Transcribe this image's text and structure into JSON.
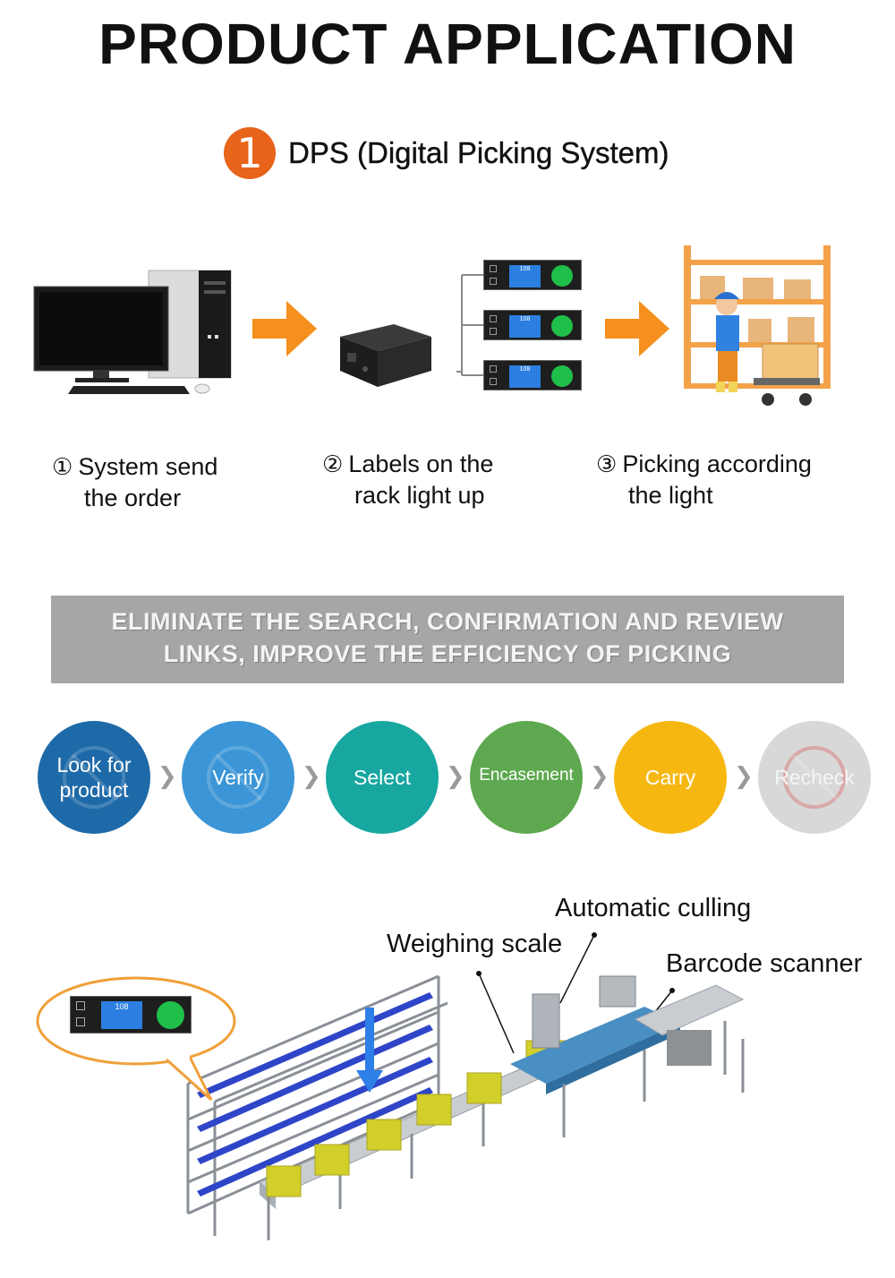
{
  "title": "PRODUCT APPLICATION",
  "section": {
    "number": "1",
    "title": "DPS (Digital Picking System)"
  },
  "label_device": {
    "value": "108"
  },
  "steps": [
    {
      "marker": "①",
      "line1": "System send",
      "line2": "the order"
    },
    {
      "marker": "②",
      "line1": "Labels on the",
      "line2": "rack light up"
    },
    {
      "marker": "③",
      "line1": "Picking according",
      "line2": "the light"
    }
  ],
  "banner": {
    "line1": "ELIMINATE THE SEARCH, CONFIRMATION AND REVIEW",
    "line2": "LINKS, IMPROVE THE EFFICIENCY OF PICKING"
  },
  "process": [
    {
      "label": "Look for product",
      "color": "#1e6aa8"
    },
    {
      "label": "Verify",
      "color": "#3b95d6"
    },
    {
      "label": "Select",
      "color": "#17a7a0"
    },
    {
      "label": "Encasement",
      "color": "#5ea84f"
    },
    {
      "label": "Carry",
      "color": "#f6b711"
    },
    {
      "label": "Recheck",
      "color": "#d8d8d8"
    }
  ],
  "process_separator": "❯",
  "callouts": {
    "automatic_culling": "Automatic culling",
    "weighing_scale": "Weighing scale",
    "barcode_scanner": "Barcode scanner"
  },
  "colors": {
    "accent_orange": "#e8641a",
    "arrow_orange": "#f5901e",
    "banner_gray": "#a6a6a6",
    "pick_light_green": "#1fbf4a"
  }
}
